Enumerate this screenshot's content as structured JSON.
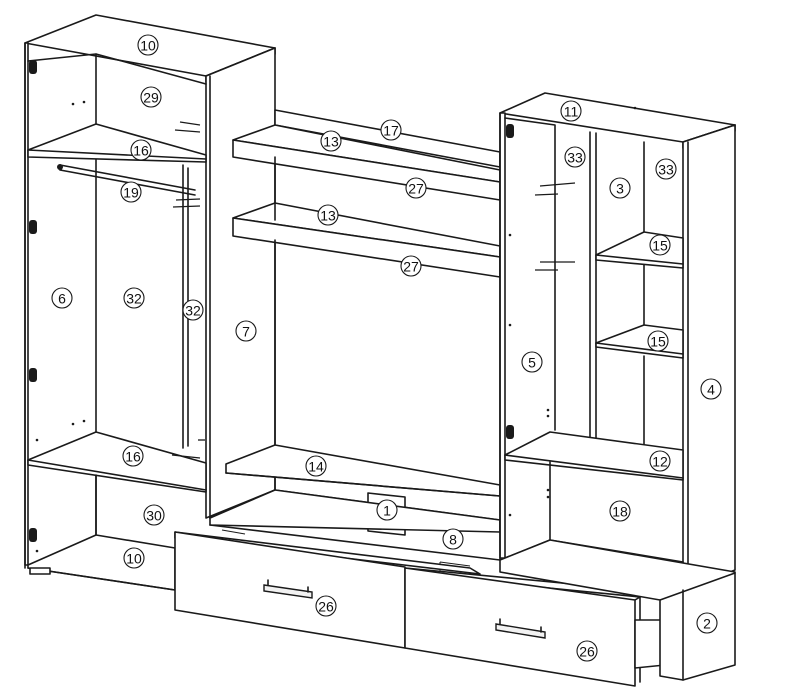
{
  "diagram": {
    "callouts": [
      {
        "id": "c-10-top",
        "label": "10"
      },
      {
        "id": "c-29",
        "label": "29"
      },
      {
        "id": "c-16-top",
        "label": "16"
      },
      {
        "id": "c-19",
        "label": "19"
      },
      {
        "id": "c-6",
        "label": "6"
      },
      {
        "id": "c-32-left",
        "label": "32"
      },
      {
        "id": "c-32-right",
        "label": "32"
      },
      {
        "id": "c-16-bottom",
        "label": "16"
      },
      {
        "id": "c-30",
        "label": "30"
      },
      {
        "id": "c-10-bottom",
        "label": "10"
      },
      {
        "id": "c-7",
        "label": "7"
      },
      {
        "id": "c-17",
        "label": "17"
      },
      {
        "id": "c-13-top",
        "label": "13"
      },
      {
        "id": "c-27-top",
        "label": "27"
      },
      {
        "id": "c-13-bottom",
        "label": "13"
      },
      {
        "id": "c-27-bottom",
        "label": "27"
      },
      {
        "id": "c-14",
        "label": "14"
      },
      {
        "id": "c-1",
        "label": "1"
      },
      {
        "id": "c-8",
        "label": "8"
      },
      {
        "id": "c-26-left",
        "label": "26"
      },
      {
        "id": "c-26-right",
        "label": "26"
      },
      {
        "id": "c-11",
        "label": "11"
      },
      {
        "id": "c-33-left",
        "label": "33"
      },
      {
        "id": "c-3",
        "label": "3"
      },
      {
        "id": "c-33-right",
        "label": "33"
      },
      {
        "id": "c-15-top",
        "label": "15"
      },
      {
        "id": "c-15-bottom",
        "label": "15"
      },
      {
        "id": "c-5",
        "label": "5"
      },
      {
        "id": "c-4",
        "label": "4"
      },
      {
        "id": "c-12",
        "label": "12"
      },
      {
        "id": "c-18",
        "label": "18"
      },
      {
        "id": "c-2",
        "label": "2"
      }
    ]
  }
}
